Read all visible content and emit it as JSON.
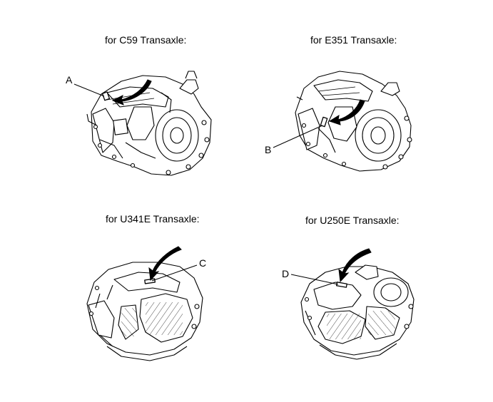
{
  "panels": [
    {
      "caption": "for C59 Transaxle:",
      "callout": "A"
    },
    {
      "caption": "for E351 Transaxle:",
      "callout": "B"
    },
    {
      "caption": "for U341E Transaxle:",
      "callout": "C"
    },
    {
      "caption": "for U250E Transaxle:",
      "callout": "D"
    }
  ],
  "colors": {
    "ink": "#000000",
    "paper": "#ffffff"
  }
}
